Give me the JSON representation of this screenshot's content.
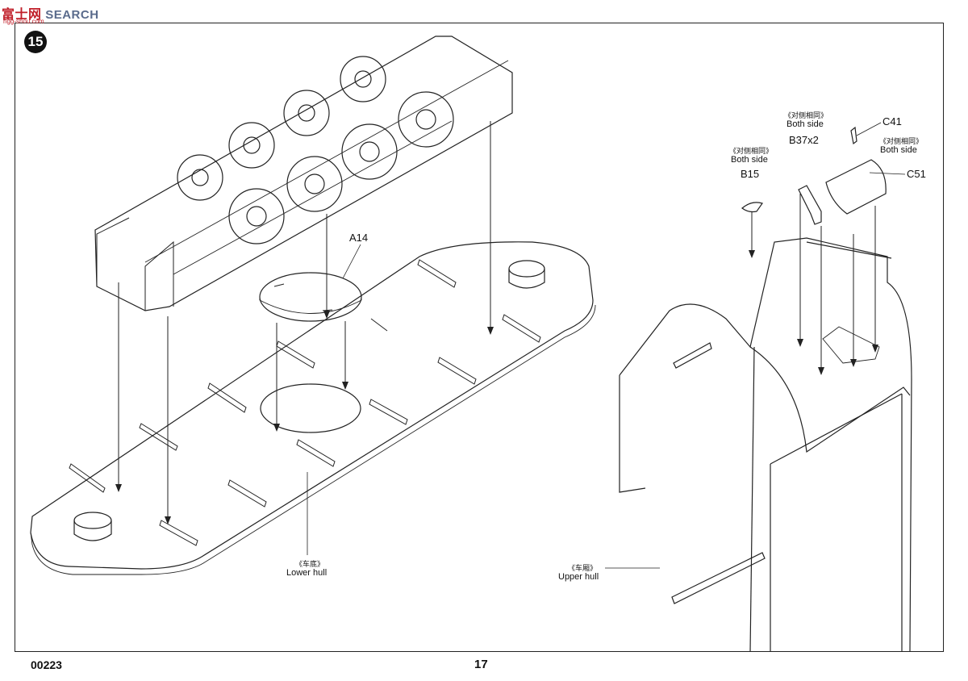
{
  "watermark": {
    "logo_cn": "富士网",
    "logo_en": "SEARCH",
    "logo_url": "ngg-shou.com"
  },
  "step": {
    "number": "15"
  },
  "parts": {
    "a14": "A14",
    "b15": {
      "note_cn": "《对侧相同》",
      "note_en": "Both side",
      "part": "B15"
    },
    "b37": {
      "note_cn": "《对侧相同》",
      "note_en": "Both side",
      "part": "B37x2"
    },
    "c41": {
      "part": "C41",
      "note_cn": "《对侧相同》",
      "note_en": "Both side"
    },
    "c51": {
      "part": "C51"
    }
  },
  "assemblies": {
    "lower_hull": {
      "name_cn": "《车底》",
      "name_en": "Lower hull"
    },
    "upper_hull": {
      "name_cn": "《车厢》",
      "name_en": "Upper hull"
    }
  },
  "footer": {
    "kit_code": "00223",
    "page_number": "17"
  }
}
